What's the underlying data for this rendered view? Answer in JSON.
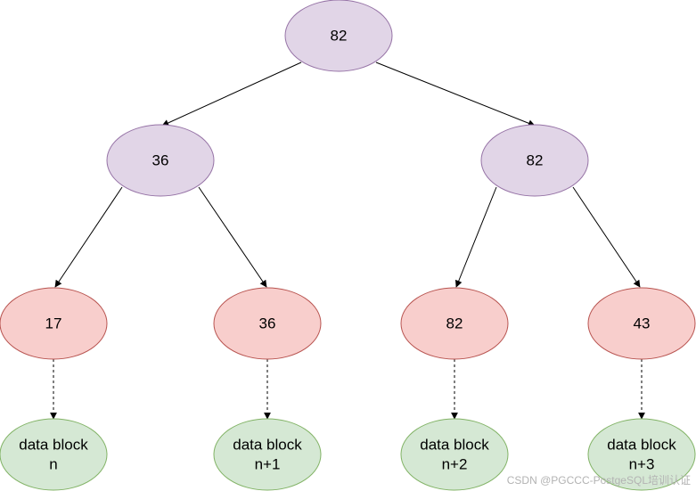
{
  "colors": {
    "root_fill": "#e1d5e7",
    "root_stroke": "#9673a6",
    "leaf_fill": "#f8cecc",
    "leaf_stroke": "#b85450",
    "block_fill": "#d5e8d4",
    "block_stroke": "#82b366",
    "edge": "#000000"
  },
  "tree": {
    "root": {
      "label": "82"
    },
    "level2": [
      {
        "label": "36"
      },
      {
        "label": "82"
      }
    ],
    "leaves": [
      {
        "label": "17"
      },
      {
        "label": "36"
      },
      {
        "label": "82"
      },
      {
        "label": "43"
      }
    ],
    "data_blocks": [
      {
        "line1": "data block",
        "line2": "n"
      },
      {
        "line1": "data block",
        "line2": "n+1"
      },
      {
        "line1": "data block",
        "line2": "n+2"
      },
      {
        "line1": "data block",
        "line2": "n+3"
      }
    ]
  },
  "watermark": "CSDN @PGCCC-PostgeSQL培训认证"
}
